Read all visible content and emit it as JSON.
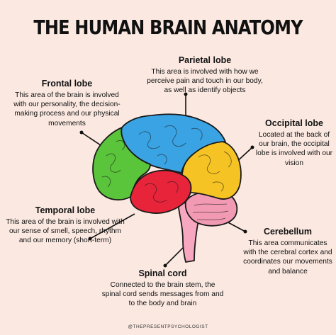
{
  "title": "THE HUMAN BRAIN ANATOMY",
  "lobes": {
    "frontal": {
      "name": "Frontal lobe",
      "desc": "This area of the brain is involved with our personality, the decision-making process and our physical movements",
      "color": "#5ac43a"
    },
    "parietal": {
      "name": "Parietal lobe",
      "desc": "This area is involved with how we perceive pain and touch in our body, as well as identify objects",
      "color": "#3aa3e3"
    },
    "occipital": {
      "name": "Occipital lobe",
      "desc": "Located at the back of our brain, the occipital lobe is involved with our vision",
      "color": "#f6c324"
    },
    "temporal": {
      "name": "Temporal lobe",
      "desc": "This area of the brain is involved with our sense of smell, speech, rhythm and our memory (short-term)",
      "color": "#e8243a"
    },
    "cerebellum": {
      "name": "Cerebellum",
      "desc": "This area communicates with the cerebral cortex and coordinates our movements and balance",
      "color": "#f29ab4"
    },
    "spinal": {
      "name": "Spinal cord",
      "desc": "Connected to the brain stem, the spinal cord sends messages from and to the body and brain",
      "color": "#f7a7c0"
    }
  },
  "credit": "@THEPRESENTPSYCHOLOGIST"
}
